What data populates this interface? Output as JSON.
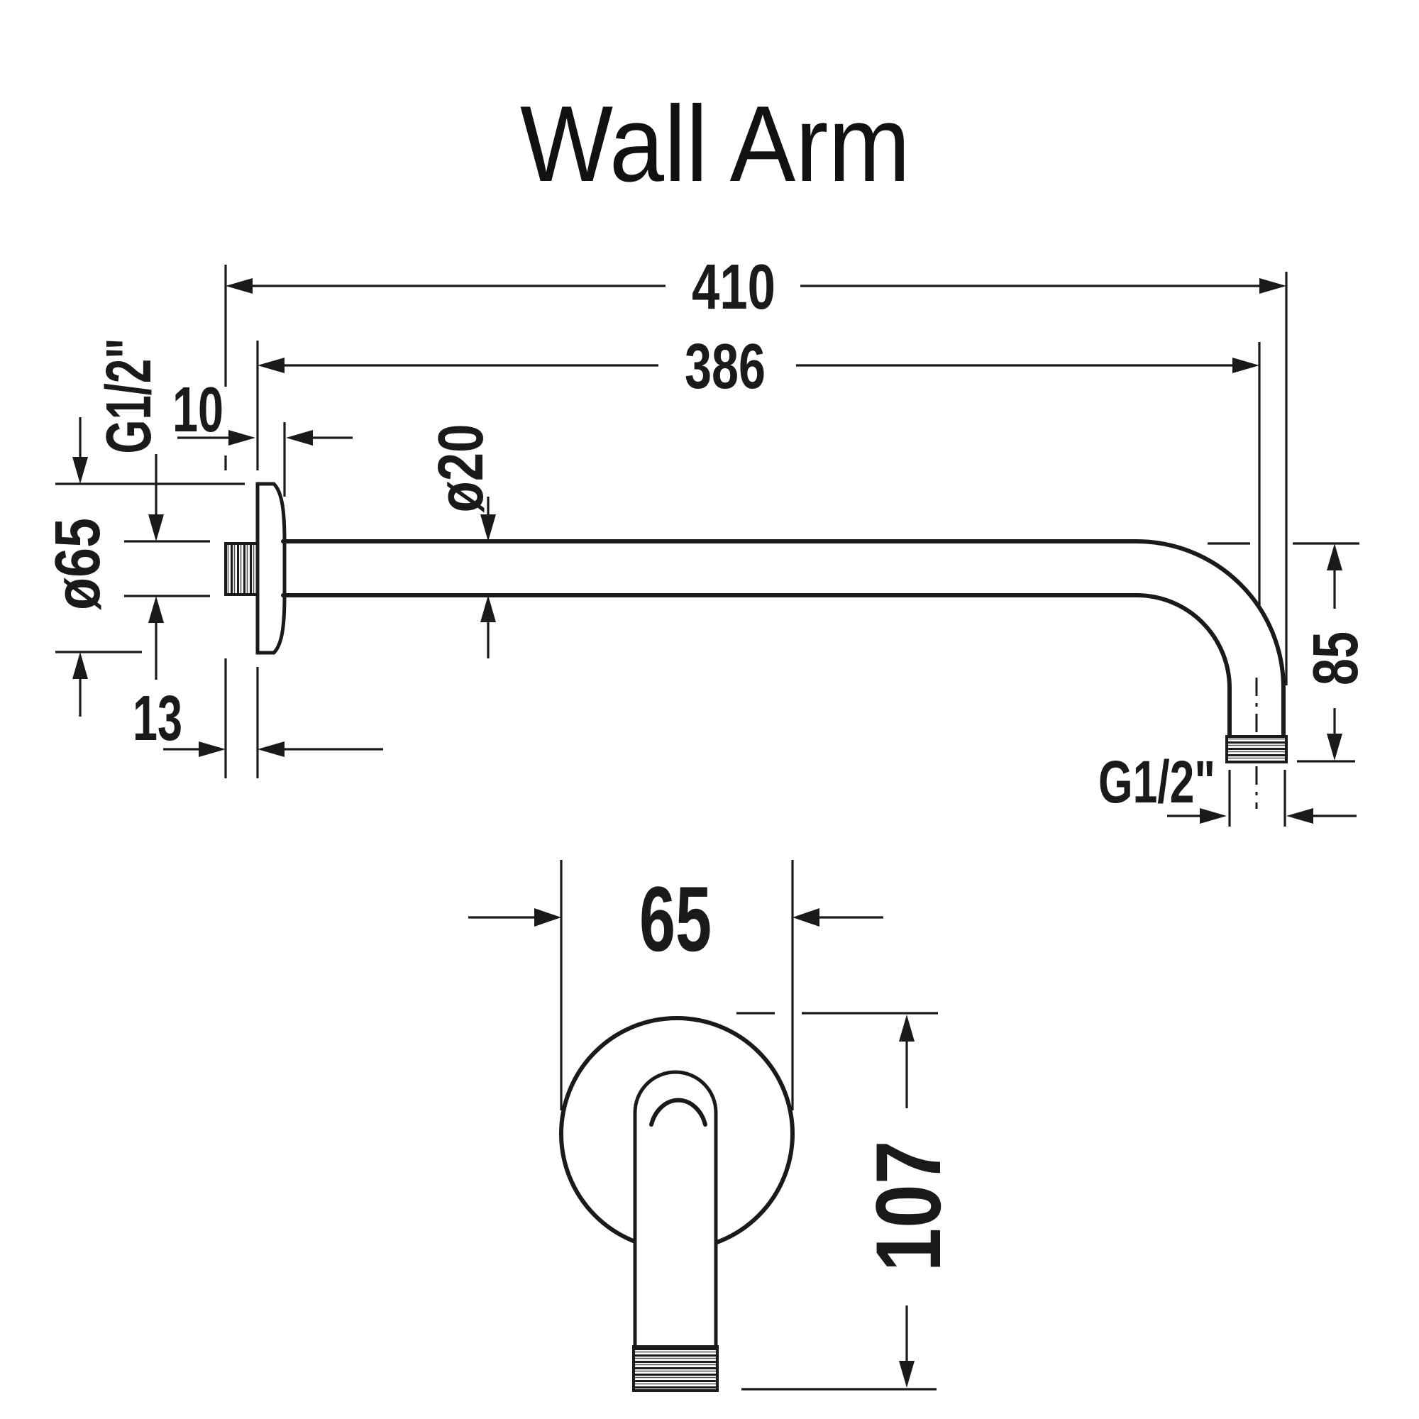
{
  "title": "Wall Arm",
  "colors": {
    "line": "#1a1a1a",
    "background": "#ffffff"
  },
  "side_view": {
    "total_length": "410",
    "arm_length": "386",
    "escutcheon_thickness": "10",
    "wall_thread_length": "13",
    "escutcheon_diameter": "ø65",
    "arm_diameter": "ø20",
    "drop_height": "85",
    "wall_thread_label": "G1/2\"",
    "outlet_thread_label": "G1/2\""
  },
  "bottom_view": {
    "escutcheon_diameter": "65",
    "projection": "107"
  }
}
